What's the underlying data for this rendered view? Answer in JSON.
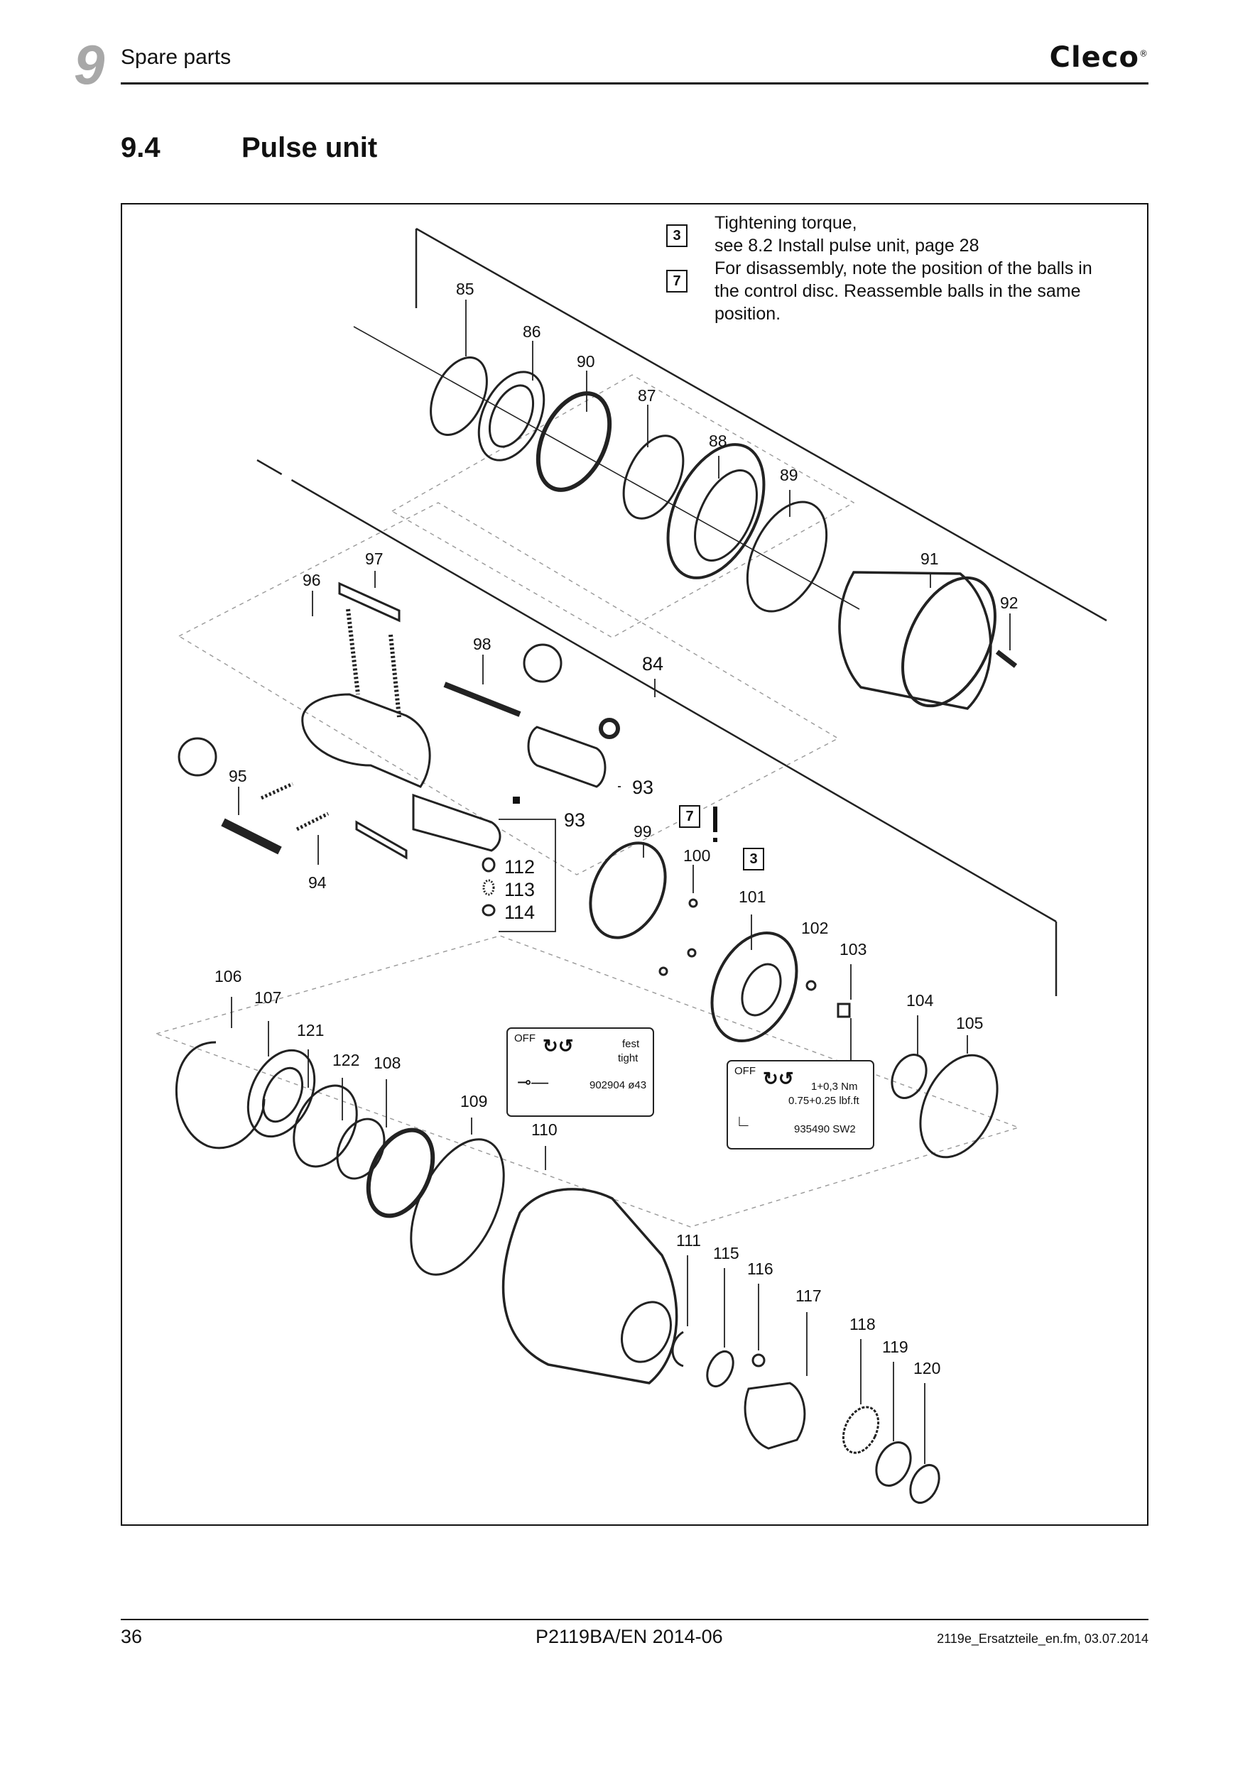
{
  "header": {
    "chapter_number": "9",
    "chapter_title": "Spare parts",
    "brand": "Cleco"
  },
  "section": {
    "number": "9.4",
    "title": "Pulse unit"
  },
  "notes": [
    {
      "marker": "3",
      "lines": [
        "Tightening torque,",
        "see 8.2 Install pulse unit, page 28"
      ]
    },
    {
      "marker": "7",
      "lines": [
        "For disassembly, note the position of the balls in",
        "the control disc. Reassemble balls in the same",
        "position."
      ]
    }
  ],
  "callouts": {
    "c85": "85",
    "c86": "86",
    "c90": "90",
    "c87": "87",
    "c88": "88",
    "c89": "89",
    "c91": "91",
    "c92": "92",
    "c97": "97",
    "c96": "96",
    "c98": "98",
    "c84": "84",
    "c95": "95",
    "c93a": "93",
    "c93b": "93",
    "c94": "94",
    "c99": "99",
    "c100": "100",
    "c112": "112",
    "c113": "113",
    "c114": "114",
    "c101": "101",
    "c102": "102",
    "c103": "103",
    "c104": "104",
    "c105": "105",
    "c106": "106",
    "c107": "107",
    "c121": "121",
    "c122": "122",
    "c108": "108",
    "c109": "109",
    "c110": "110",
    "c111": "111",
    "c115": "115",
    "c116": "116",
    "c117": "117",
    "c118": "118",
    "c119": "119",
    "c120": "120",
    "m7": "7",
    "m3": "3"
  },
  "labels": {
    "left": {
      "off": "OFF",
      "fest": "fest",
      "tight": "tight",
      "code": "902904 ø43"
    },
    "right": {
      "off": "OFF",
      "torque_nm": "1+0,3 Nm",
      "torque_lbf": "0.75+0.25 lbf.ft",
      "code": "935490 SW2"
    }
  },
  "footer": {
    "page": "36",
    "doc_id": "P2119BA/EN 2014-06",
    "file_ref": "2119e_Ersatzteile_en.fm, 03.07.2014"
  }
}
